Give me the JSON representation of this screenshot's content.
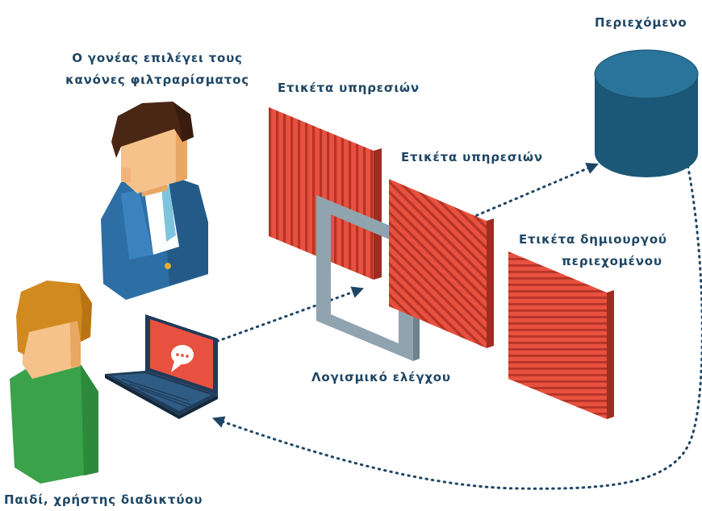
{
  "labels": {
    "content": "Περιεχόμενο",
    "parent_line1": "Ο γονέας επιλέγει τους",
    "parent_line2": "κανόνες φιλτραρίσματος",
    "service_label_1": "Ετικέτα υπηρεσιών",
    "service_label_2": "Ετικέτα υπηρεσιών",
    "creator_line1": "Ετικέτα δημιουργού",
    "creator_line2": "περιεχομένου",
    "control_software": "Λογισμικό ελέγχου",
    "child_user": "Παιδί, χρήστης διαδικτύου"
  },
  "colors": {
    "text": "#1e4664",
    "red_panel": "#e8513f",
    "red_stripe": "#b53427",
    "grey_frame": "#8fa4af",
    "database_blue": "#1b5877",
    "suit_blue": "#2d6ea4",
    "shirt_green": "#3aa24a",
    "dotted_line": "#1e4664"
  },
  "icons": [
    "database-icon",
    "parent-figure-icon",
    "child-figure-icon",
    "laptop-icon",
    "chat-bubble-icon"
  ]
}
